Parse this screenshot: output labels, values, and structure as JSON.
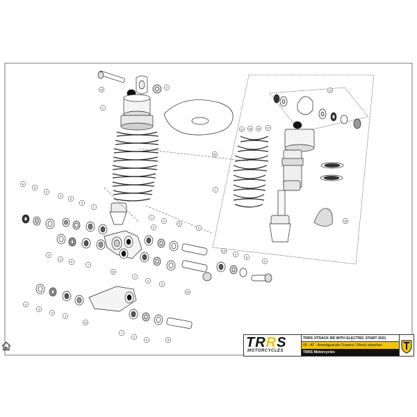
{
  "title_block": {
    "brand_logo": "TRRS",
    "brand_sub": "MOTORCYCLES",
    "model": "TRRS XTRACK RR WITH ELECTRIC START 2021",
    "section": "05 - AT - Amortiguación Trasera / Shock absorber",
    "company": "TRRS Motorcycles"
  },
  "colors": {
    "accent": "#f3c400",
    "line": "#222222"
  },
  "icons": {
    "home": "home-icon",
    "shield": "brand-shield-icon"
  },
  "callouts": [
    {
      "id": "c19a",
      "label": "19"
    },
    {
      "id": "c2a",
      "label": "2"
    },
    {
      "id": "c1a",
      "label": "1"
    },
    {
      "id": "c15",
      "label": "15"
    },
    {
      "id": "c20",
      "label": "20"
    },
    {
      "id": "c21",
      "label": "21"
    },
    {
      "id": "c18a",
      "label": "18"
    },
    {
      "id": "c16",
      "label": "16"
    },
    {
      "id": "c17",
      "label": "17"
    },
    {
      "id": "c1b",
      "label": "1"
    },
    {
      "id": "c18b",
      "label": "18"
    },
    {
      "id": "c8a",
      "label": "8"
    },
    {
      "id": "c5a",
      "label": "5"
    },
    {
      "id": "c4a",
      "label": "4"
    },
    {
      "id": "c3a",
      "label": "3"
    },
    {
      "id": "c6a",
      "label": "6"
    },
    {
      "id": "c9a",
      "label": "9"
    },
    {
      "id": "c7a",
      "label": "7"
    },
    {
      "id": "c2b",
      "label": "2"
    },
    {
      "id": "c3b",
      "label": "3"
    },
    {
      "id": "c4b",
      "label": "4"
    },
    {
      "id": "c7b",
      "label": "7"
    },
    {
      "id": "c11",
      "label": "11"
    },
    {
      "id": "c7c",
      "label": "7"
    },
    {
      "id": "c9b",
      "label": "9"
    },
    {
      "id": "c4c",
      "label": "4"
    },
    {
      "id": "c5b",
      "label": "5"
    },
    {
      "id": "c6b",
      "label": "6"
    },
    {
      "id": "c7d",
      "label": "7"
    },
    {
      "id": "c4d",
      "label": "4"
    },
    {
      "id": "c5c",
      "label": "5"
    },
    {
      "id": "c14",
      "label": "14"
    },
    {
      "id": "c19b",
      "label": "19"
    },
    {
      "id": "c4e",
      "label": "4"
    },
    {
      "id": "c8b",
      "label": "8"
    },
    {
      "id": "c9c",
      "label": "9"
    },
    {
      "id": "c5d",
      "label": "5"
    },
    {
      "id": "c3c",
      "label": "3"
    },
    {
      "id": "c4f",
      "label": "4"
    },
    {
      "id": "c3d",
      "label": "3"
    },
    {
      "id": "c10",
      "label": "10"
    },
    {
      "id": "c7e",
      "label": "7"
    },
    {
      "id": "c9d",
      "label": "9"
    },
    {
      "id": "c4g",
      "label": "4"
    },
    {
      "id": "c6c",
      "label": "6"
    }
  ]
}
